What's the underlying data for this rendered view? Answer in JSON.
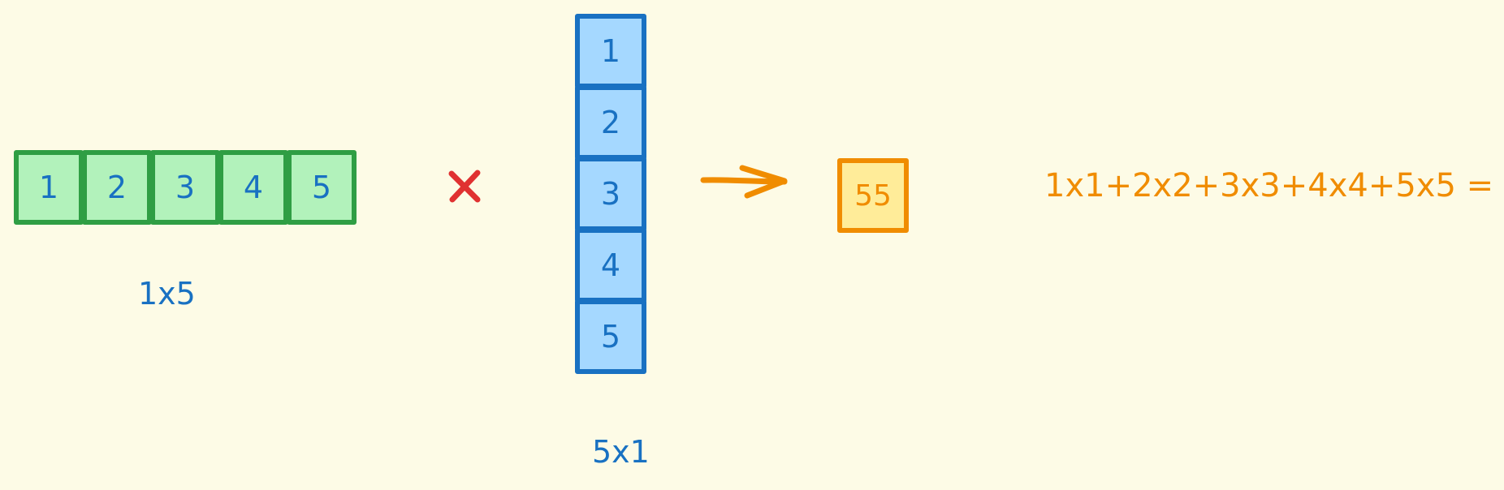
{
  "row_vector": {
    "cells": [
      "1",
      "2",
      "3",
      "4",
      "5"
    ],
    "dimension_label": "1x5"
  },
  "operator": {
    "icon": "multiply-icon",
    "color": "#e03131"
  },
  "column_vector": {
    "cells": [
      "1",
      "2",
      "3",
      "4",
      "5"
    ],
    "dimension_label": "5x1"
  },
  "arrow": {
    "icon": "right-arrow-icon",
    "color": "#f08c00"
  },
  "result": {
    "value": "55"
  },
  "equation": "1x1+2x2+3x3+4x4+5x5 = 55",
  "colors": {
    "background": "#fdfbe6",
    "row_fill": "#b2f2bb",
    "row_stroke": "#2f9e44",
    "column_fill": "#a5d8ff",
    "column_stroke": "#1971c2",
    "result_fill": "#ffec99",
    "result_stroke": "#f08c00",
    "label_text": "#1971c2",
    "equation_text": "#f08c00"
  }
}
